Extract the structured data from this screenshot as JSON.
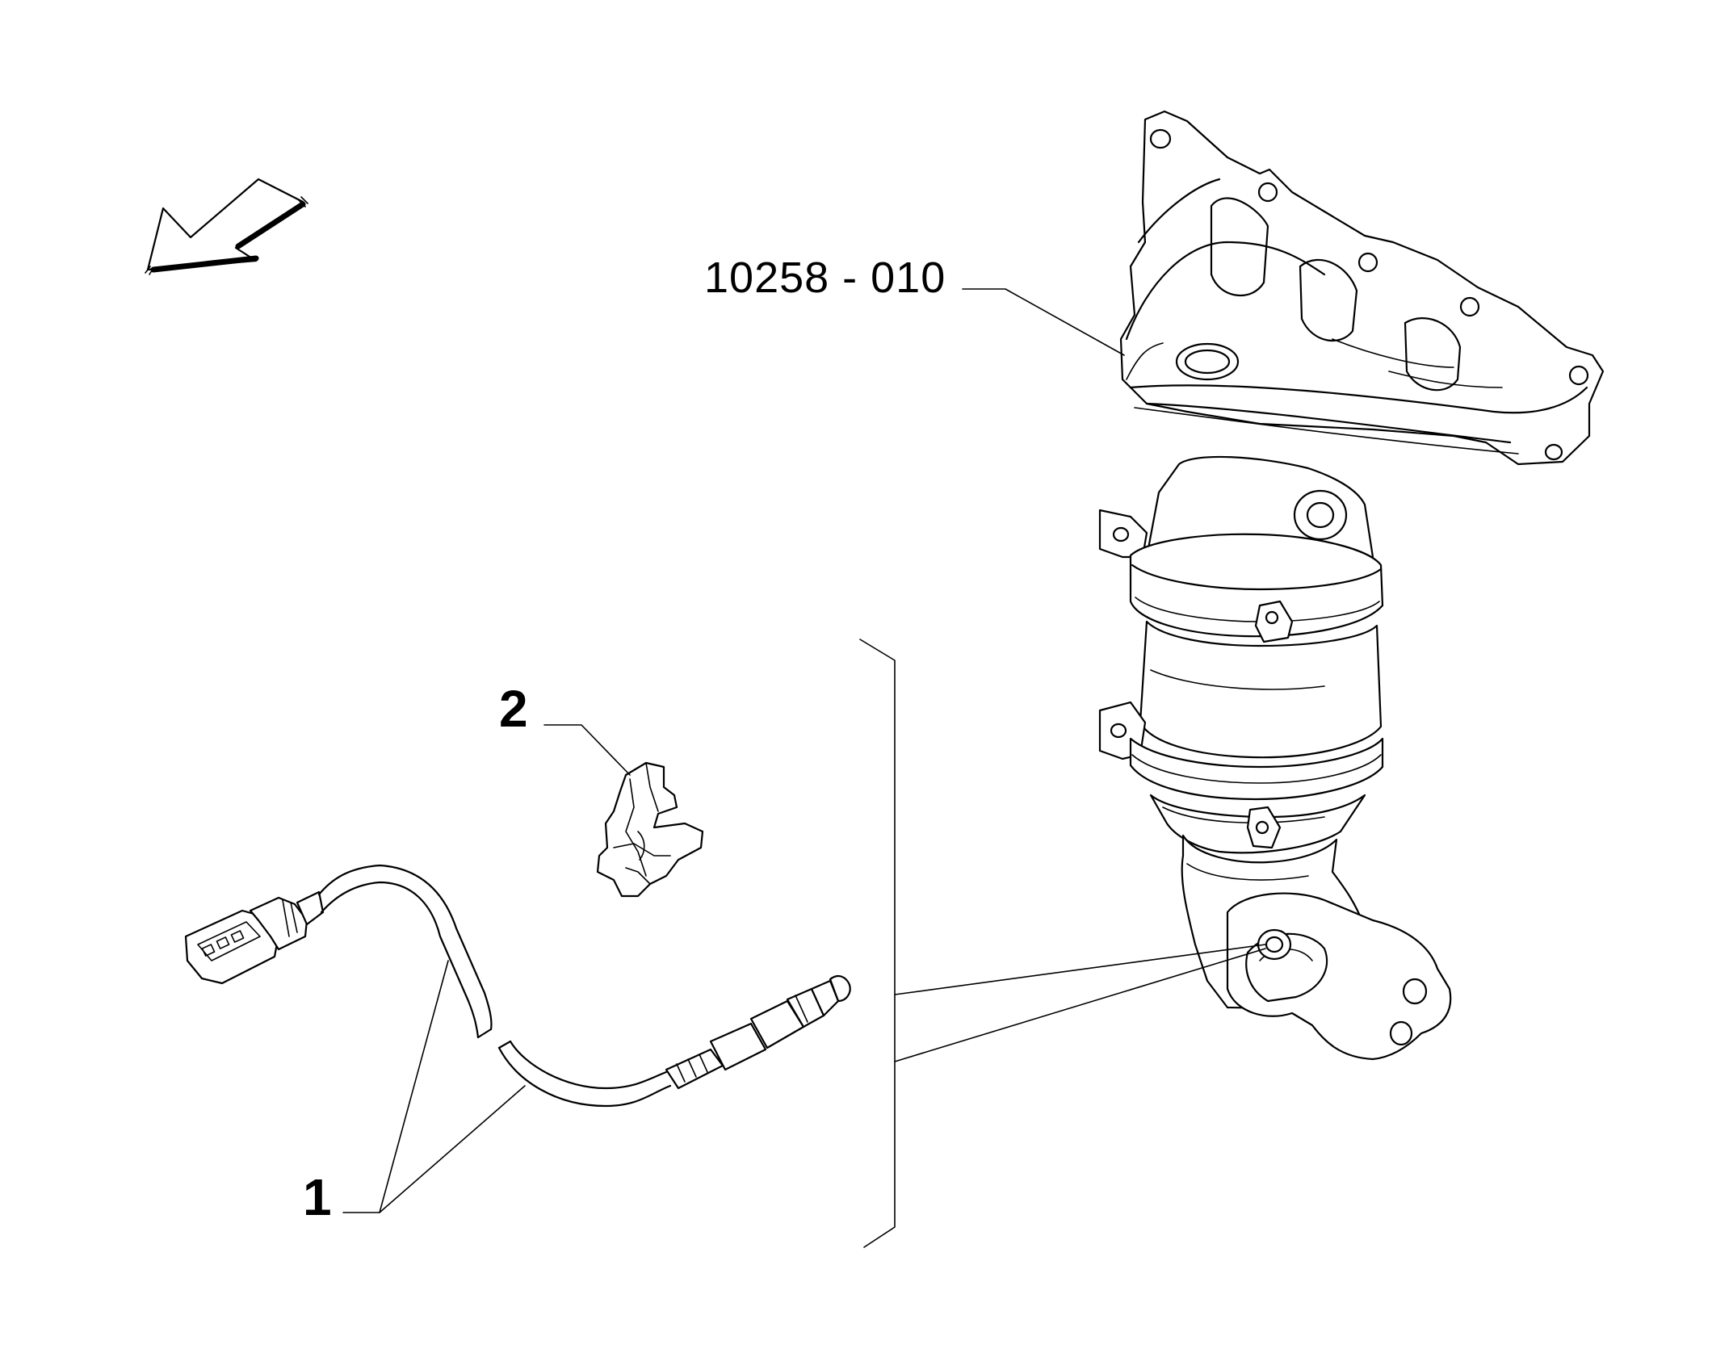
{
  "callouts": {
    "ref_group": "10258 - 010",
    "item_2": "2",
    "item_1": "1"
  },
  "icons": {
    "orientation": "direction-arrow-icon"
  },
  "colors": {
    "line": "#000000",
    "background": "#ffffff"
  }
}
